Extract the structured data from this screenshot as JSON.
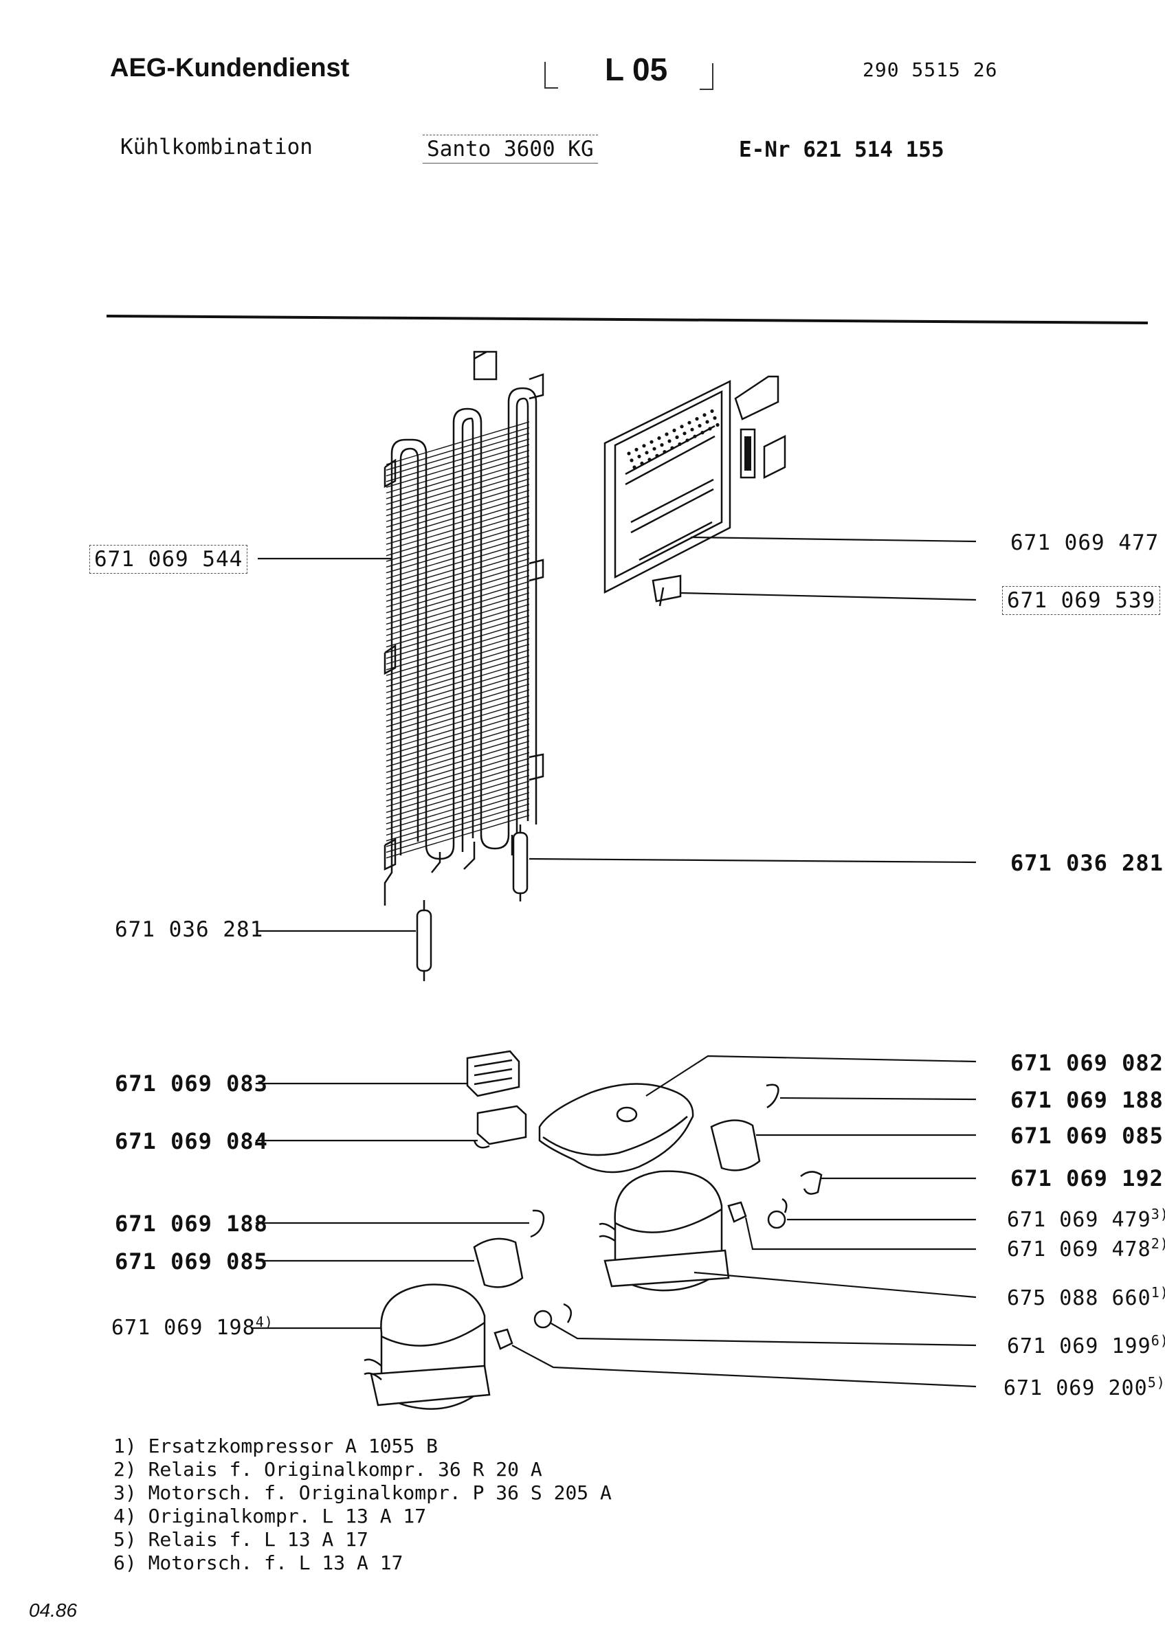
{
  "header": {
    "brand": "AEG-Kundendienst",
    "section_code": "L 05",
    "document_number": "290 5515 26",
    "product_type": "Kühlkombination",
    "model": "Santo 3600 KG",
    "e_number": "E-Nr 621 514 155"
  },
  "parts": {
    "condenser": "671 069 544",
    "evaporator": "671 069 477",
    "evaporator_clip": "671 069 539",
    "drier_right": "671 036 281",
    "drier_left": "671 036 281",
    "relay_cover_top": "671 069 083",
    "relay_cover_bottom": "671 069 084",
    "cover_large": "671 069 082",
    "clip_right": "671 069 188",
    "clamp_right": "671 069 085",
    "clip_small": "671 069 192",
    "motor_protector_orig": "671 069 479",
    "motor_protector_orig_note": "3)",
    "relay_orig": "671 069 478",
    "relay_orig_note": "2)",
    "compressor_replacement": "675 088 660",
    "compressor_replacement_note": "1)",
    "clip_left": "671 069 188",
    "clamp_left": "671 069 085",
    "compressor_orig": "671 069 198",
    "compressor_orig_note": "4)",
    "motor_protector_l13": "671 069 199",
    "motor_protector_l13_note": "6)",
    "relay_l13": "671 069 200",
    "relay_l13_note": "5)"
  },
  "notes": [
    "1) Ersatzkompressor A 1055 B",
    "2) Relais f. Originalkompr. 36 R 20 A",
    "3) Motorsch. f. Originalkompr. P 36 S 205 A",
    "4) Originalkompr. L 13 A 17",
    "5) Relais f. L 13 A 17",
    "6) Motorsch. f. L 13 A 17"
  ],
  "footer": {
    "date": "04.86"
  }
}
